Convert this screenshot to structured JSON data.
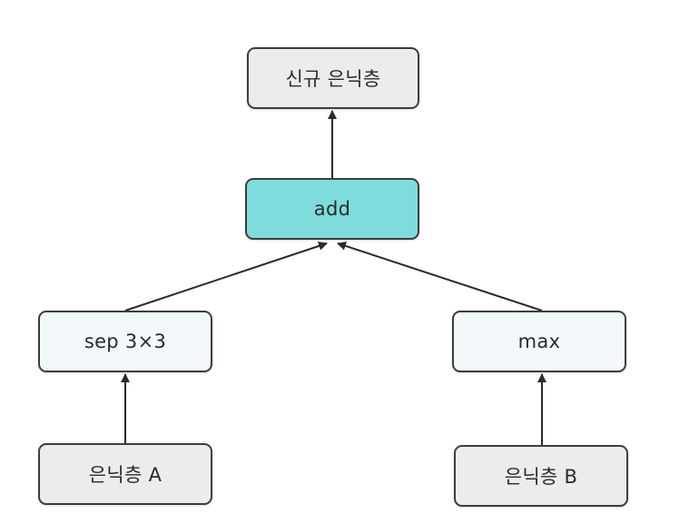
{
  "diagram": {
    "nodes": {
      "new_hidden": "신규 은닉층",
      "add": "add",
      "sep": "sep 3×3",
      "max": "max",
      "hidden_a": "은닉층 A",
      "hidden_b": "은닉층 B"
    },
    "colors": {
      "highlight_fill": "#7fdcdc",
      "gray_fill": "#ececec",
      "light_fill": "#f3f9fb",
      "stroke": "#3d3d3d"
    },
    "edges": [
      {
        "from": "hidden_a",
        "to": "sep"
      },
      {
        "from": "hidden_b",
        "to": "max"
      },
      {
        "from": "sep",
        "to": "add"
      },
      {
        "from": "max",
        "to": "add"
      },
      {
        "from": "add",
        "to": "new_hidden"
      }
    ]
  }
}
